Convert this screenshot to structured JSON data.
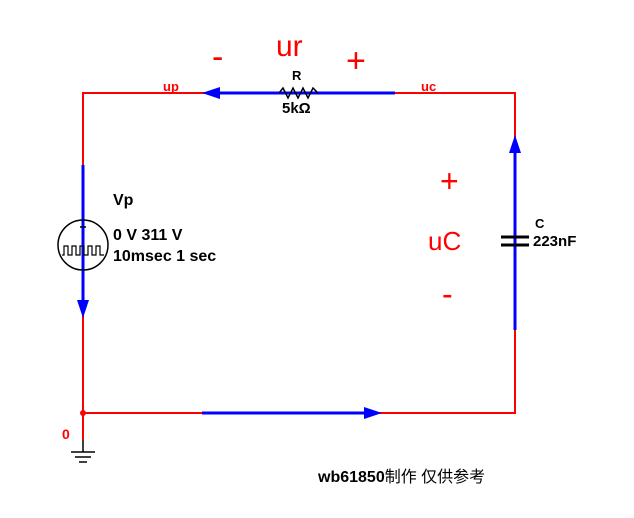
{
  "colors": {
    "wire": "#ff0000",
    "current": "#0000ff",
    "component": "#000000",
    "annotation": "#ff0000"
  },
  "resistor": {
    "name": "R",
    "value": "5kΩ",
    "voltage_label": "ur",
    "minus": "-",
    "plus": "+"
  },
  "capacitor": {
    "name": "C",
    "value": "223nF",
    "voltage_label": "uC",
    "plus": "+",
    "minus": "-"
  },
  "source": {
    "name": "Vp",
    "params_line1": "0 V 311 V",
    "params_line2": "10msec 1 sec",
    "icon": "pulse-voltage-source-icon"
  },
  "nodes": {
    "left_top": "up",
    "right_top": "uc",
    "ground": "0"
  },
  "footer": {
    "credit": "wb61850",
    "note": "制作 仅供参考"
  }
}
